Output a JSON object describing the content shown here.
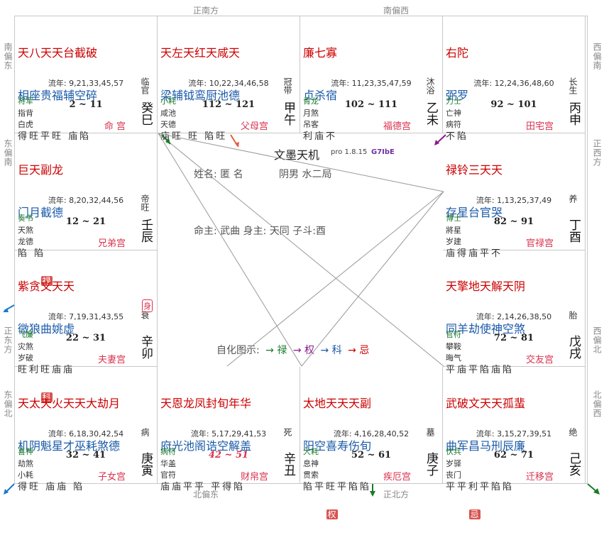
{
  "edges": {
    "top_left": "正南方",
    "top_right": "南偏西",
    "left_top": "南偏东",
    "left_mid": "东偏南",
    "left_low": "正东方",
    "left_bottom": "东偏北",
    "right_top": "西偏南",
    "right_mid": "正西方",
    "right_low": "西偏北",
    "right_bottom": "北偏西",
    "bottom_left": "北偏东",
    "bottom_right": "正北方"
  },
  "center": {
    "title": "文墨天机",
    "version": "pro 1.8.15",
    "code": "G7IbE",
    "name_line": "姓名: 匿 名",
    "gender_line": "阴男 水二局",
    "master_line": "命主: 武曲 身主: 天同 子斗:酉",
    "legend_label": "自化图示:",
    "lu": "→ 禄",
    "quan": "→ 权",
    "ke": "→ 科",
    "ji": "→ 忌"
  },
  "palaces": [
    {
      "id": "si",
      "row1": "天八天天台截破",
      "row2": "相座贵福辅空碎",
      "row3": "得旺平旺 庙陷",
      "hua": "",
      "liunian": "流年: 9,21,33,45,57",
      "shen1": "将军",
      "shen2": "指背",
      "shen3": "白虎",
      "range": "2 ~ 11",
      "gong": "命 宫",
      "cs": "临官",
      "gz": "癸巳"
    },
    {
      "id": "wu",
      "row1": "天左天红天咸天",
      "row2": "梁辅钺鸾厨池德",
      "row3": "庙旺 旺 陷旺",
      "hua": "",
      "liunian": "流年: 10,22,34,46,58",
      "shen1": "小耗",
      "shen2": "咸池",
      "shen3": "天德",
      "range": "112 ~ 121",
      "gong": "父母宫",
      "cs": "冠带",
      "gz": "甲午"
    },
    {
      "id": "wei",
      "row1": "廉七寡",
      "row2": "贞杀宿",
      "row3": "利庙不",
      "hua": "",
      "liunian": "流年: 11,23,35,47,59",
      "shen1": "青龙",
      "shen2": "月煞",
      "shen3": "吊客",
      "range": "102 ~ 111",
      "gong": "福德宫",
      "cs": "沐浴",
      "gz": "乙未"
    },
    {
      "id": "shen",
      "row1": "右陀",
      "row2": "弼罗",
      "row3": "不陷",
      "hua": "",
      "liunian": "流年: 12,24,36,48,60",
      "shen1": "力士",
      "shen2": "亡神",
      "shen3": "病符",
      "range": "92 ~ 101",
      "gong": "田宅宫",
      "cs": "长生",
      "gz": "丙申"
    },
    {
      "id": "chen",
      "row1": "巨天副龙",
      "row2": "门月截德",
      "row3": "陷 陷",
      "hua": "禄",
      "liunian": "流年: 8,20,32,44,56",
      "shen1": "奏书",
      "shen2": "天煞",
      "shen3": "龙德",
      "range": "12 ~ 21",
      "gong": "兄弟宫",
      "cs": "帝旺",
      "gz": "壬辰"
    },
    {
      "id": "you",
      "row1": "禄铃三天天",
      "row2": "存星台官哭",
      "row3": "庙得庙平不",
      "hua": "",
      "liunian": "流年: 1,13,25,37,49",
      "shen1": "博士",
      "shen2": "將星",
      "shen3": "岁建",
      "range": "82 ~ 91",
      "gong": "官禄宫",
      "cs": "养",
      "gz": "丁酉"
    },
    {
      "id": "mao",
      "row1": "紫贪文天天",
      "row2": "微狼曲姚虚",
      "row3": "旺利旺庙庙",
      "hua": "科",
      "liunian": "流年: 7,19,31,43,55",
      "shen1": "飞廉",
      "shen2": "灾煞",
      "shen3": "岁破",
      "range": "22 ~ 31",
      "gong": "夫妻宫",
      "cs": "衰",
      "gz": "辛卯",
      "shen_mark": "身"
    },
    {
      "id": "xu",
      "row1": "天擎地天解天阴",
      "row2": "同羊劫使神空煞",
      "row3": "平庙平陷庙陷",
      "hua": "",
      "liunian": "流年: 2,14,26,38,50",
      "shen1": "官符",
      "shen2": "攀鞍",
      "shen3": "晦气",
      "range": "72 ~ 81",
      "gong": "交友宫",
      "cs": "胎",
      "gz": "戊戌"
    },
    {
      "id": "yin",
      "row1": "天太天火天天大劫月",
      "row2": "机阴魁星才巫耗煞德",
      "row3": "得旺 庙庙 陷",
      "hua": "",
      "liunian": "流年: 6,18,30,42,54",
      "shen1": "喜神",
      "shen2": "劫煞",
      "shen3": "小耗",
      "range": "32 ~ 41",
      "gong": "子女宫",
      "cs": "病",
      "gz": "庚寅"
    },
    {
      "id": "chou",
      "row1": "天恩龙凤封旬年华",
      "row2": "府光池阁诰空解盖",
      "row3": "庙庙平平 平得陷",
      "hua": "",
      "liunian": "流年: 5,17,29,41,53",
      "shen1": "病符",
      "shen2": "华盖",
      "shen3": "官符",
      "range": "42 ~ 51",
      "gong": "财帛宫",
      "cs": "死",
      "gz": "辛丑"
    },
    {
      "id": "zi",
      "row1": "太地天天天副",
      "row2": "阳空喜寿伤旬",
      "row3": "陷平旺平陷陷",
      "hua": "权",
      "liunian": "流年: 4,16,28,40,52",
      "shen1": "大耗",
      "shen2": "息神",
      "shen3": "贯索",
      "range": "52 ~ 61",
      "gong": "疾厄宫",
      "cs": "墓",
      "gz": "庚子"
    },
    {
      "id": "hai",
      "row1": "武破文天天孤蜚",
      "row2": "曲军昌马刑辰廉",
      "row3": "平平利平陷陷",
      "hua": "忌",
      "liunian": "流年: 3,15,27,39,51",
      "shen1": "伏兵",
      "shen2": "岁驿",
      "shen3": "丧门",
      "range": "62 ~ 71",
      "gong": "迁移宫",
      "cs": "绝",
      "gz": "己亥"
    }
  ]
}
